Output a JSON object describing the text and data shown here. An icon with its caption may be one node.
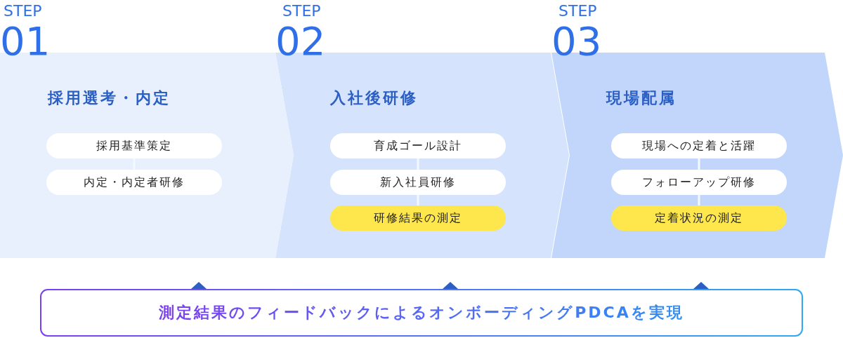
{
  "diagram": {
    "nodes": [
      {
        "text": [
          "STEP",
          "01",
          "採用選考・内定"
        ]
      },
      {
        "text": [
          "採用基準策定"
        ],
        "in": 0
      },
      {
        "text": [
          "内定・内定者研修"
        ],
        "in": 0
      },
      {
        "text": [
          "STEP",
          "02",
          "入社後研修"
        ]
      },
      {
        "text": [
          "育成ゴール設計"
        ],
        "in": 3
      },
      {
        "text": [
          "新入社員研修"
        ],
        "in": 3
      },
      {
        "text": [
          "研修結果の測定"
        ],
        "in": 3
      },
      {
        "text": [
          "STEP",
          "03",
          "現場配属"
        ]
      },
      {
        "text": [
          "現場への定着と活躍"
        ],
        "in": 7
      },
      {
        "text": [
          "フォローアップ研修"
        ],
        "in": 7
      },
      {
        "text": [
          "定着状況の測定"
        ],
        "in": 7
      },
      {
        "text": [
          "測定結果のフィードバックによるオンボーディングPDCAを実現"
        ]
      }
    ],
    "edges": [
      {
        "from": 1,
        "to": 2,
        "arrow": "none"
      },
      {
        "from": 4,
        "to": 5,
        "arrow": "none"
      },
      {
        "from": 5,
        "to": 6,
        "arrow": "none"
      },
      {
        "from": 8,
        "to": 9,
        "arrow": "none"
      },
      {
        "from": 9,
        "to": 10,
        "arrow": "none"
      }
    ]
  }
}
